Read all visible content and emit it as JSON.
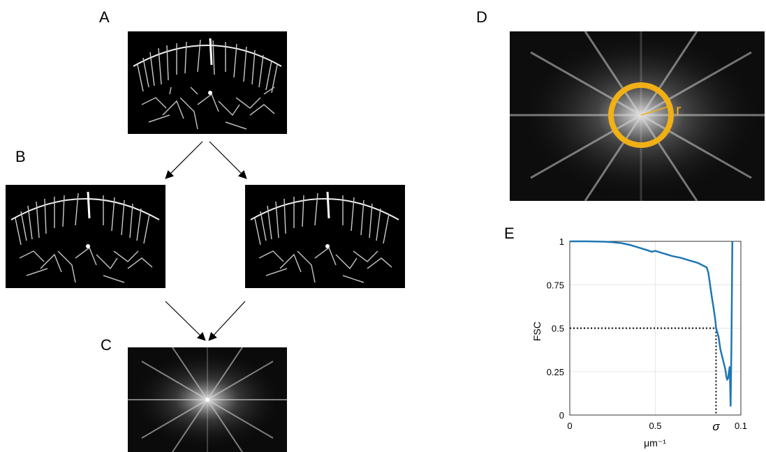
{
  "panels": {
    "a": "A",
    "b": "B",
    "c": "C",
    "d": "D",
    "e": "E"
  },
  "radius_label": "r",
  "colors": {
    "ring": "#F0B016",
    "curve": "#1F77B4",
    "background": "#000000"
  },
  "chart_data": {
    "type": "line",
    "title": "",
    "xlabel": "μm⁻¹",
    "ylabel": "FSC",
    "xlim": [
      0,
      0.1
    ],
    "ylim": [
      0,
      1
    ],
    "x_ticks": [
      "0",
      "0.5",
      "0.1"
    ],
    "x_tick_values": [
      0,
      0.05,
      0.1
    ],
    "sigma_label": "σ",
    "y_ticks": [
      "0",
      "0.25",
      "0.5",
      "0.75",
      "1"
    ],
    "y_tick_values": [
      0,
      0.25,
      0.5,
      0.75,
      1
    ],
    "grid": true,
    "threshold": 0.5,
    "sigma": 0.0855,
    "series": [
      {
        "x": [
          0,
          0.01,
          0.02,
          0.025,
          0.03,
          0.035,
          0.04,
          0.045,
          0.048,
          0.05,
          0.055,
          0.06,
          0.065,
          0.07,
          0.075,
          0.078,
          0.08,
          0.081,
          0.082,
          0.083,
          0.084,
          0.085,
          0.0855,
          0.087,
          0.088,
          0.089,
          0.09,
          0.091,
          0.0915,
          0.092,
          0.0925,
          0.093,
          0.0935,
          0.094,
          0.0945,
          0.095
        ],
        "y": [
          1,
          1,
          0.998,
          0.995,
          0.99,
          0.98,
          0.965,
          0.95,
          0.94,
          0.945,
          0.93,
          0.915,
          0.905,
          0.89,
          0.875,
          0.86,
          0.85,
          0.82,
          0.75,
          0.68,
          0.62,
          0.55,
          0.5,
          0.45,
          0.38,
          0.34,
          0.3,
          0.26,
          0.22,
          0.205,
          0.21,
          0.25,
          0.28,
          0.05,
          0.4,
          1
        ]
      }
    ]
  }
}
